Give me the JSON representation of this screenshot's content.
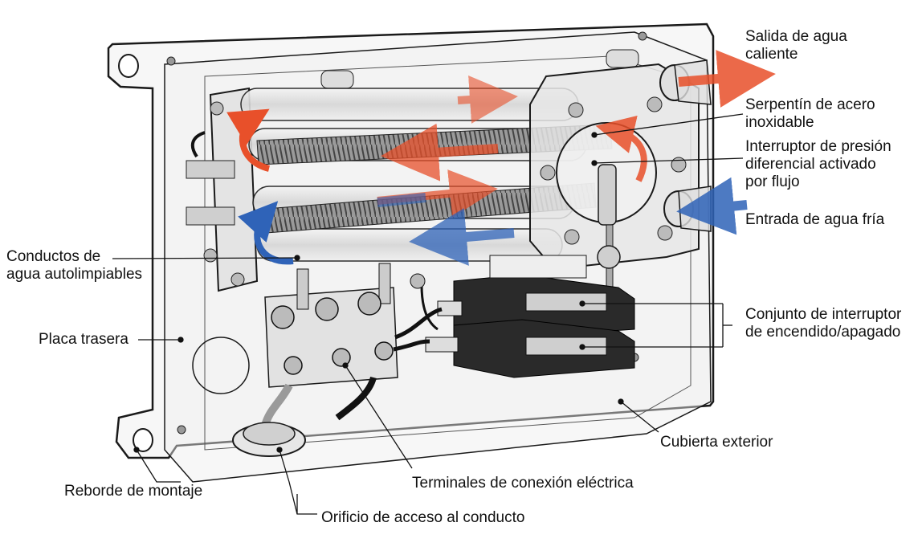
{
  "labels": {
    "hot_outlet": "Salida de agua\ncaliente",
    "coil": "Serpentín de acero\ninoxidable",
    "pressure_switch": "Interruptor de presión\ndiferencial activado\npor flujo",
    "cold_inlet": "Entrada de agua fría",
    "self_cleaning": "Conductos de\nagua autolimpiables",
    "back_plate": "Placa trasera",
    "switch_assembly": "Conjunto de interruptor\nde encendido/apagado",
    "outer_cover": "Cubierta exterior",
    "mounting_flange": "Reborde de montaje",
    "terminals": "Terminales de conexión eléctrica",
    "conduit_hole": "Orificio de acceso al conducto"
  },
  "colors": {
    "hot": "#e8502a",
    "cold": "#2f63b8",
    "outline": "#1a1a1a",
    "metal": "#c9c9c9"
  }
}
